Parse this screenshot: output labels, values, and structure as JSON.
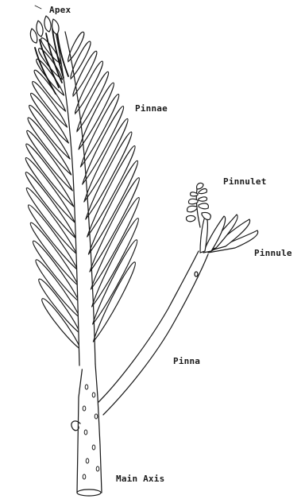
{
  "labels": {
    "apex": "Apex",
    "pinnae": "Pinnae",
    "pinnulet": "Pinnulet",
    "pinnule": "Pinnule",
    "pinna": "Pinna",
    "main_axis": "Main Axis"
  },
  "colors": {
    "ink": "#1a1a1a",
    "paper": "#ffffff"
  }
}
